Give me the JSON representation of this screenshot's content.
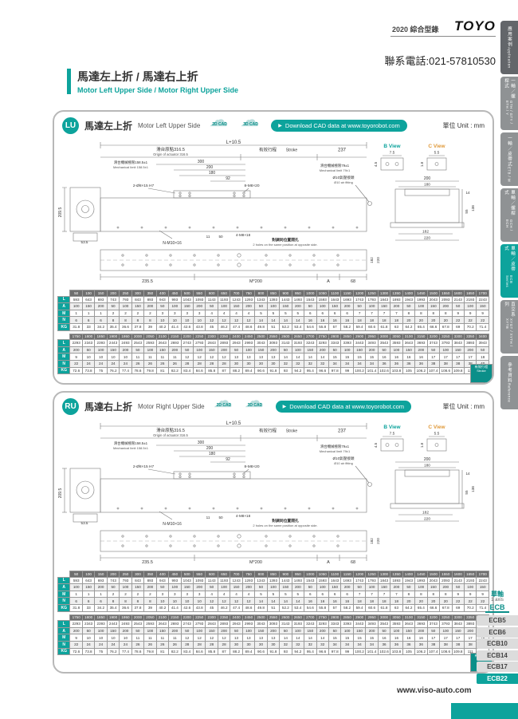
{
  "header": {
    "catalog": "2020 綜合型錄",
    "brand": "TOYO",
    "phone": "聯系電話:021-57810530"
  },
  "page_title": {
    "zh": "馬達左上折 / 馬達右上折",
    "en": "Motor Left Upper Side / Motor Right Upper Side"
  },
  "accent_color": "#0da39c",
  "sidebar_tabs": [
    {
      "zh": "應用案例",
      "en": "Application",
      "active": false
    },
    {
      "zh": "一軸／螺桿式",
      "en": "GTH / GTY / ETH / Y",
      "active": false
    },
    {
      "zh": "一軸／皮帶式",
      "en": "ETB / M",
      "active": false
    },
    {
      "zh": "單軸／螺桿式",
      "en": "GCH / ECH",
      "active": false
    },
    {
      "zh": "單軸／皮帶式",
      "en": "ECB Series",
      "active": true
    },
    {
      "zh": "直交系列",
      "en": "XYGT / XYTH / XYTB",
      "active": false
    },
    {
      "zh": "參考資料",
      "en": "Reference",
      "active": false
    }
  ],
  "cad": {
    "c2d": "2D CAD",
    "c3d": "3D CAD",
    "download": "Download CAD data at www.toyorobot.com"
  },
  "panels": [
    {
      "badge": "LU",
      "title_zh": "馬達左上折",
      "title_en": "Motor Left Upper Side",
      "unit": "單位 Unit : mm"
    },
    {
      "badge": "RU",
      "title_zh": "馬達右上折",
      "title_en": "Motor Right Upper Side",
      "unit": "單位 Unit : mm"
    }
  ],
  "drawing": {
    "total_len": "L+10.5",
    "origin_zh": "滑台原點316.5",
    "origin_en": "Origin of actuator 316.5",
    "stroke_zh": "有效行程",
    "stroke_en": "Stroke",
    "d237": "237",
    "mechl_zh": "滑台機械極限158.5±1",
    "mechl_en": "Mechanical limit 158.5±1",
    "d300": "300",
    "d200": "200",
    "d180": "180",
    "d92": "92",
    "mechr_zh": "滑台機械極限79±1",
    "mechr_en": "Mechanical limit 79±1",
    "air_zh": "Ø10氣壓接頭",
    "air_en": "Ø10 air fitting",
    "h2": "2-Ø8×15 H7",
    "h8": "8-M8×20",
    "d11": "11",
    "d50": "50",
    "h4": "4-M8×18",
    "opp_zh": "對調同位置開孔",
    "opp_en": "2 holes on the same position at opposite side.",
    "hn": "N-M10×16",
    "d2095": "209.5",
    "d535": "53.5",
    "d2355": "235.5",
    "dm200": "M*200",
    "dA": "A",
    "d68": "68",
    "bview": "B View",
    "cview": "C View",
    "b1": "7.5",
    "b2": "4.5",
    "c1": "5.5",
    "c2": "1.8",
    "ev200": "200",
    "ev180": "180",
    "ev14": "14",
    "ev55": "55",
    "ev138": "138",
    "ev182": "182",
    "ev220": "220"
  },
  "stroke_tables": [
    {
      "head_zh": "有效行程",
      "head_en": "Stroke",
      "strokes": [
        50,
        100,
        150,
        200,
        250,
        300,
        350,
        400,
        450,
        500,
        550,
        600,
        650,
        700,
        750,
        800,
        850,
        900,
        950,
        1000,
        1050,
        1100,
        1150,
        1200,
        1250,
        1300,
        1350,
        1400,
        1450,
        1500,
        1550,
        1600,
        1650,
        1700
      ],
      "rows": [
        {
          "label": "L",
          "values": [
            593,
            643,
            693,
            743,
            793,
            843,
            893,
            943,
            993,
            1043,
            1093,
            1143,
            1193,
            1243,
            1293,
            1343,
            1393,
            1443,
            1493,
            1543,
            1593,
            1643,
            1693,
            1743,
            1793,
            1843,
            1893,
            1943,
            1993,
            2043,
            2093,
            2143,
            2193,
            2243
          ]
        },
        {
          "label": "A",
          "values": [
            100,
            150,
            200,
            50,
            100,
            150,
            200,
            50,
            100,
            150,
            200,
            50,
            100,
            150,
            200,
            50,
            100,
            150,
            200,
            50,
            100,
            150,
            200,
            50,
            100,
            150,
            200,
            50,
            100,
            150,
            200,
            50,
            100,
            150
          ]
        },
        {
          "label": "M",
          "values": [
            1,
            1,
            1,
            2,
            2,
            2,
            2,
            3,
            3,
            3,
            3,
            4,
            4,
            4,
            4,
            5,
            5,
            5,
            5,
            6,
            6,
            6,
            6,
            7,
            7,
            7,
            7,
            8,
            8,
            8,
            8,
            9,
            9,
            9
          ]
        },
        {
          "label": "N",
          "values": [
            6,
            6,
            6,
            8,
            8,
            8,
            8,
            10,
            10,
            10,
            10,
            12,
            12,
            12,
            12,
            14,
            14,
            14,
            14,
            16,
            16,
            16,
            16,
            18,
            18,
            18,
            18,
            20,
            20,
            20,
            20,
            22,
            22,
            22
          ]
        },
        {
          "label": "KG",
          "values": [
            31.8,
            33,
            34.2,
            35.4,
            36.6,
            37.8,
            39,
            40.2,
            41.4,
            42.6,
            43.8,
            45,
            46.2,
            47.4,
            48.6,
            49.8,
            51,
            52.2,
            53.4,
            54.6,
            55.8,
            57,
            58.2,
            59.4,
            60.6,
            61.8,
            63,
            64.2,
            65.4,
            66.6,
            67.8,
            69,
            70.2,
            71.4
          ]
        }
      ]
    },
    {
      "head_zh": "有效行程",
      "head_en": "Stroke",
      "strokes": [
        1750,
        1800,
        1850,
        1900,
        1950,
        2000,
        2050,
        2100,
        2150,
        2200,
        2250,
        2300,
        2350,
        2400,
        2450,
        2500,
        2550,
        2600,
        2650,
        2700,
        2750,
        2800,
        2850,
        2900,
        2950,
        3000,
        3050,
        3100,
        3150,
        3200,
        3250,
        3300,
        3350,
        3400
      ],
      "rows": [
        {
          "label": "L",
          "values": [
            2293,
            2343,
            2393,
            2443,
            2493,
            2543,
            2593,
            2643,
            2693,
            2743,
            2793,
            2843,
            2893,
            2943,
            2993,
            3043,
            3093,
            3143,
            3193,
            3243,
            3293,
            3343,
            3393,
            3443,
            3493,
            3543,
            3593,
            3643,
            3693,
            3743,
            3793,
            3843,
            3893,
            3943
          ]
        },
        {
          "label": "A",
          "values": [
            200,
            50,
            100,
            150,
            200,
            50,
            100,
            150,
            200,
            50,
            100,
            150,
            200,
            50,
            100,
            150,
            200,
            50,
            100,
            150,
            200,
            50,
            100,
            150,
            200,
            50,
            100,
            150,
            200,
            50,
            100,
            150,
            200,
            50
          ]
        },
        {
          "label": "M",
          "values": [
            9,
            10,
            10,
            10,
            10,
            11,
            11,
            11,
            11,
            12,
            12,
            12,
            12,
            13,
            13,
            13,
            13,
            14,
            14,
            14,
            14,
            15,
            15,
            15,
            15,
            16,
            16,
            16,
            16,
            17,
            17,
            17,
            17,
            18
          ]
        },
        {
          "label": "N",
          "values": [
            22,
            24,
            24,
            24,
            24,
            26,
            26,
            26,
            26,
            28,
            28,
            28,
            28,
            30,
            30,
            30,
            30,
            32,
            32,
            32,
            32,
            34,
            34,
            34,
            34,
            36,
            36,
            36,
            36,
            38,
            38,
            38,
            38,
            40
          ]
        },
        {
          "label": "KG",
          "values": [
            72.6,
            73.8,
            75,
            76.2,
            77.4,
            78.6,
            79.8,
            81,
            82.2,
            83.4,
            84.6,
            85.8,
            87,
            88.2,
            89.4,
            90.6,
            91.8,
            93,
            94.2,
            95.4,
            96.6,
            97.8,
            99,
            100.2,
            101.4,
            102.6,
            103.8,
            105,
            106.2,
            107.4,
            108.6,
            109.8,
            111,
            112.2
          ]
        }
      ]
    }
  ],
  "ecb_nav": {
    "group_zh": "單軸",
    "group_en": "1 axis",
    "series": "ECB",
    "items": [
      {
        "label": "ECB5",
        "active": false
      },
      {
        "label": "ECB6",
        "active": false
      },
      {
        "label": "ECB10",
        "active": false
      },
      {
        "label": "ECB14",
        "active": false
      },
      {
        "label": "ECB17",
        "active": false
      },
      {
        "label": "ECB22",
        "active": true
      }
    ]
  },
  "footer": {
    "site": "www.viso-auto.com"
  }
}
